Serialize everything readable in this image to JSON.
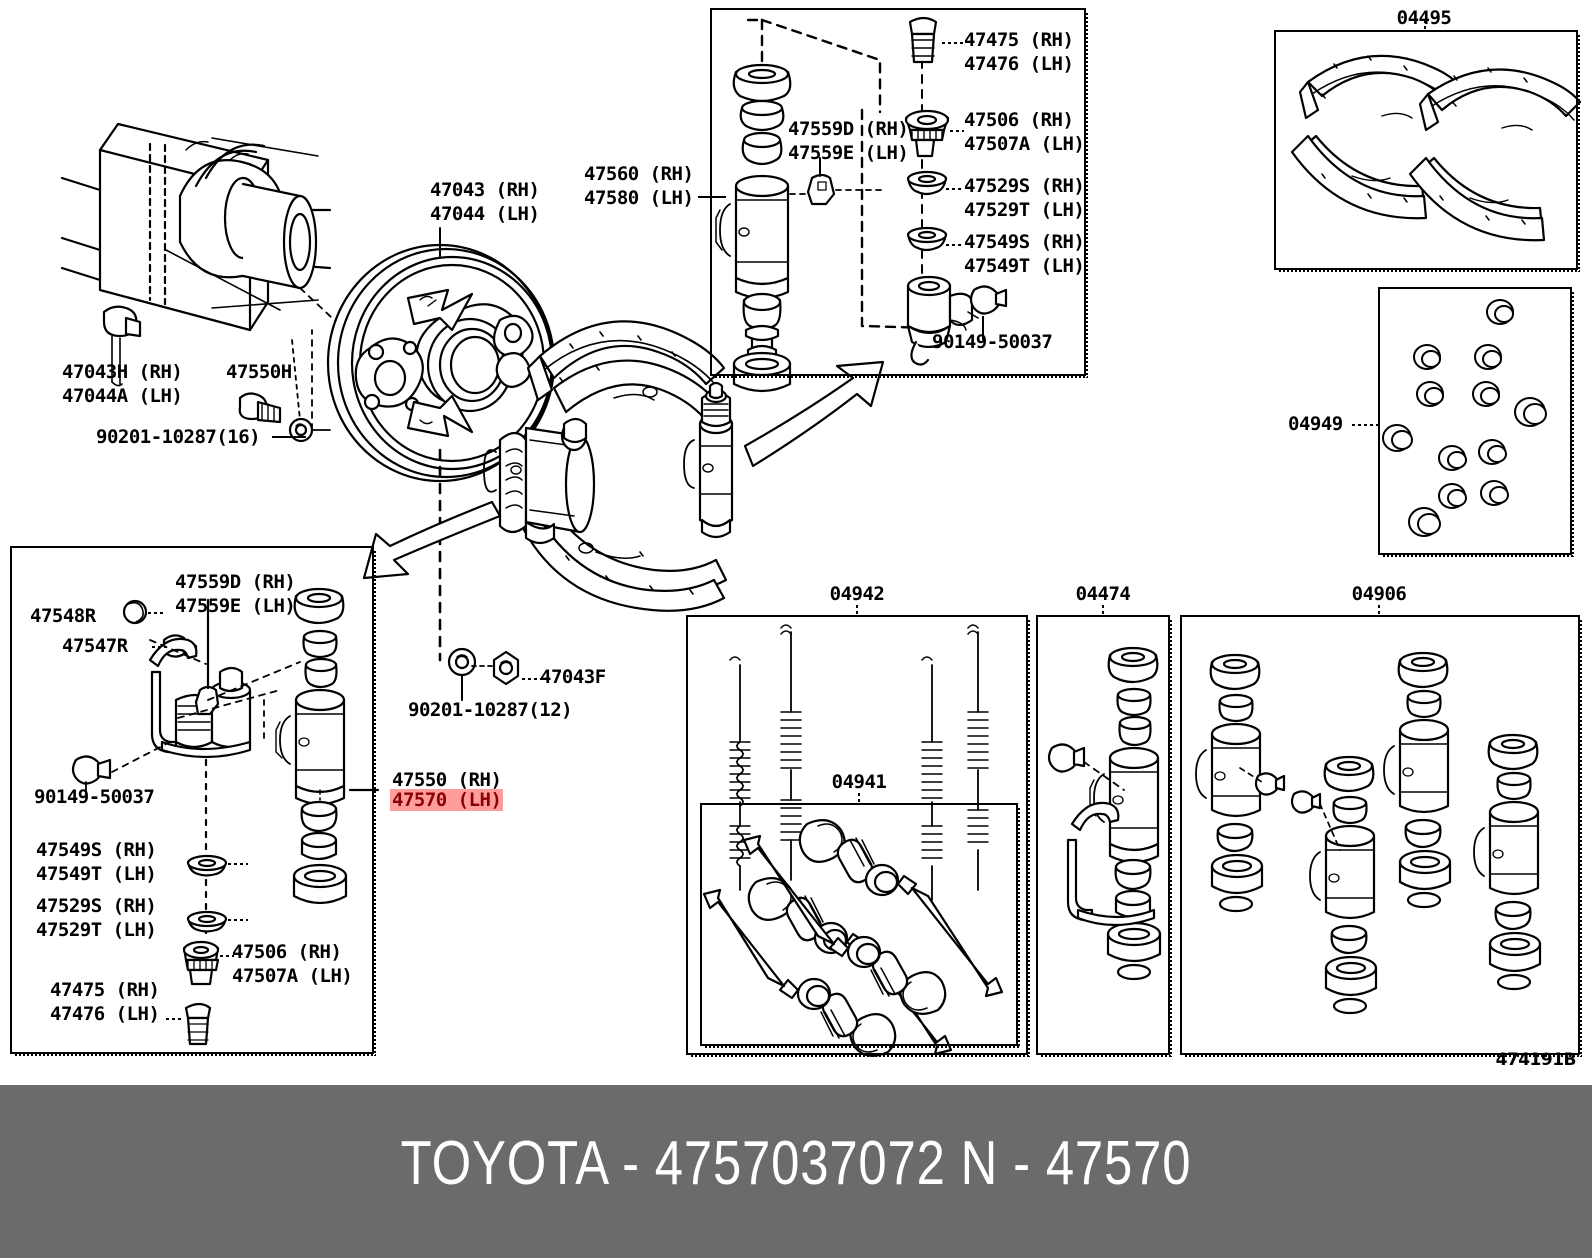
{
  "diagram": {
    "drawing_number": "474191B",
    "highlight_color": "#ff9d9d",
    "highlight_text_color": "#8b0000"
  },
  "footer": {
    "brand": "TOYOTA",
    "dash": "-",
    "part_number": "4757037072",
    "suffix_letter": "N",
    "suffix_number": "47570",
    "full_text": "TOYOTA - 4757037072   N - 47570",
    "background": "#6b6b6b",
    "text_color": "#ffffff"
  },
  "labels": {
    "backing_plate": "47043 (RH)\n47044 (LH)",
    "axle_bolt": "47043H (RH)\n47044A (LH)",
    "bleeder_plug_upper": "47550H",
    "nut_90201_16": "90201-10287(16)",
    "nut_90201_12": "90201-10287(12)",
    "nut_47043F": "47043F",
    "wheel_cylinder_upper": "47560 (RH)\n47580 (LH)",
    "adjuster_47559_upper": "47559D (RH)\n47559E (LH)",
    "bleeder_47475_upper": "47475 (RH)\n47476 (LH)",
    "piston_47506_upper": "47506 (RH)\n47507A (LH)",
    "cup_47529_upper": "47529S (RH)\n47529T (LH)",
    "cup_47549_upper": "47549S (RH)\n47549T (LH)",
    "screw_90149_upper": "90149-50037",
    "clip_47548R": "47548R",
    "bolt_47547R": "47547R",
    "adjuster_47559_lower": "47559D (RH)\n47559E (LH)",
    "screw_90149_lower": "90149-50037",
    "cup_47549_lower": "47549S (RH)\n47549T (LH)",
    "cup_47529_lower": "47529S (RH)\n47529T (LH)",
    "piston_47506_lower": "47506 (RH)\n47507A (LH)",
    "bleeder_47475_lower": "47475 (RH)\n47476 (LH)",
    "wheel_cylinder_main_rh": "47550 (RH)",
    "wheel_cylinder_main_lh": "47570 (LH)",
    "kit_04495": "04495",
    "kit_04949": "04949",
    "kit_04942": "04942",
    "kit_04941": "04941",
    "kit_04474": "04474",
    "kit_04906": "04906"
  }
}
